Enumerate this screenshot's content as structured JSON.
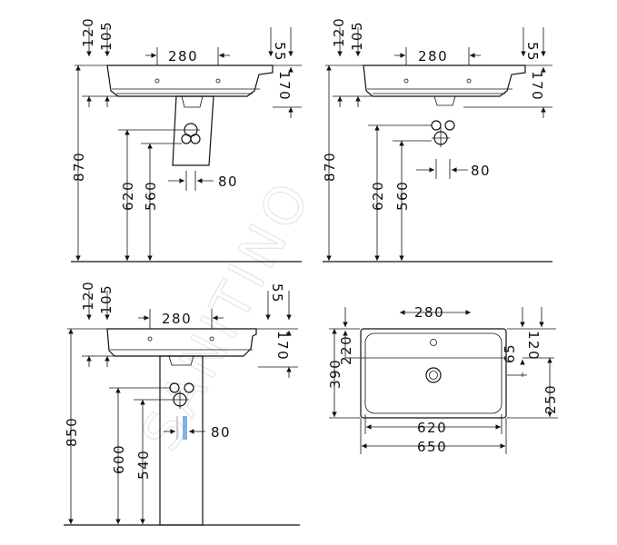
{
  "watermark": "SANITINO",
  "views": {
    "top_left": {
      "d120": "120",
      "d105": "105",
      "d280": "280",
      "d55": "55",
      "d170": "170",
      "d870": "870",
      "d620": "620",
      "d560": "560",
      "d80": "80"
    },
    "top_right": {
      "d120": "120",
      "d105": "105",
      "d280": "280",
      "d55": "55",
      "d170": "170",
      "d870": "870",
      "d620": "620",
      "d560": "560",
      "d80": "80"
    },
    "bottom_left": {
      "d120": "120",
      "d105": "105",
      "d280": "280",
      "d55": "55",
      "d170": "170",
      "d850": "850",
      "d600": "600",
      "d540": "540",
      "d80": "80"
    },
    "bottom_right": {
      "d280": "280",
      "d390": "390",
      "d220": "220",
      "d120": "120",
      "d65": "65",
      "d250": "250",
      "d620": "620",
      "d650": "650"
    }
  },
  "colors": {
    "line": "#111111",
    "pipe_highlight": "#7fb3e0",
    "watermark": "#e6e6e6"
  }
}
